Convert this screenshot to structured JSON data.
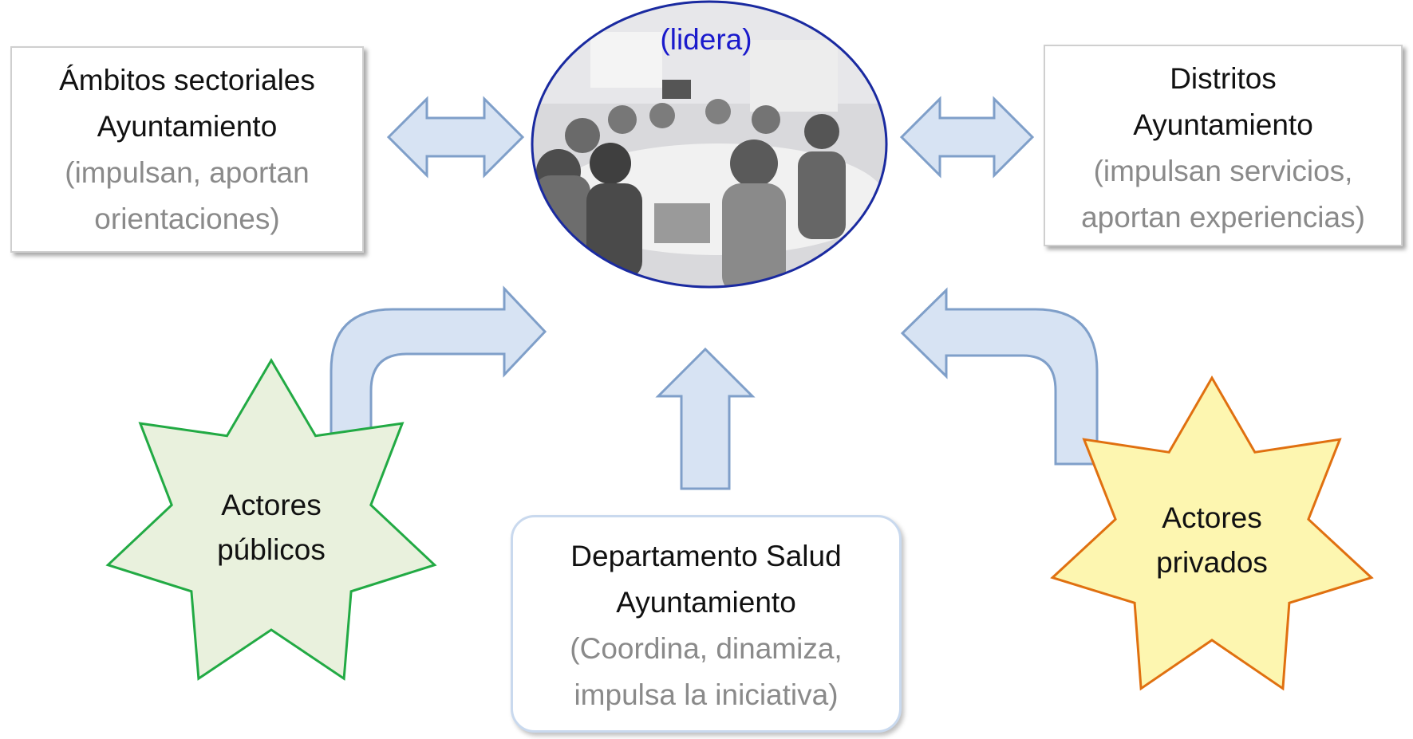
{
  "center": {
    "caption": "(lidera)"
  },
  "left_box": {
    "title_line1": "Ámbitos sectoriales",
    "title_line2": "Ayuntamiento",
    "note_line1": "(impulsan, aportan",
    "note_line2": "orientaciones)"
  },
  "right_box": {
    "title_line1": "Distritos",
    "title_line2": "Ayuntamiento",
    "note_line1": "(impulsan servicios,",
    "note_line2": "aportan experiencias)"
  },
  "bottom_box": {
    "title_line1": "Departamento Salud",
    "title_line2": "Ayuntamiento",
    "note_line1": "(Coordina, dinamiza,",
    "note_line2": "impulsa la iniciativa)"
  },
  "star_public": {
    "line1": "Actores",
    "line2": "públicos",
    "fill": "#e9f1dd",
    "stroke": "#22aa44"
  },
  "star_private": {
    "line1": "Actores",
    "line2": "privados",
    "fill": "#fdf6b0",
    "stroke": "#e07010"
  },
  "colors": {
    "arrow_fill": "#d7e3f3",
    "arrow_stroke": "#7f9fc9",
    "ellipse_stroke": "#1a2aa0",
    "caption": "#1a1acc",
    "note_text": "#8a8a8a"
  },
  "icons": {
    "photo": "meeting-photo-icon",
    "arrows": [
      "double-arrow-icon",
      "bent-arrow-icon",
      "up-arrow-icon"
    ]
  }
}
